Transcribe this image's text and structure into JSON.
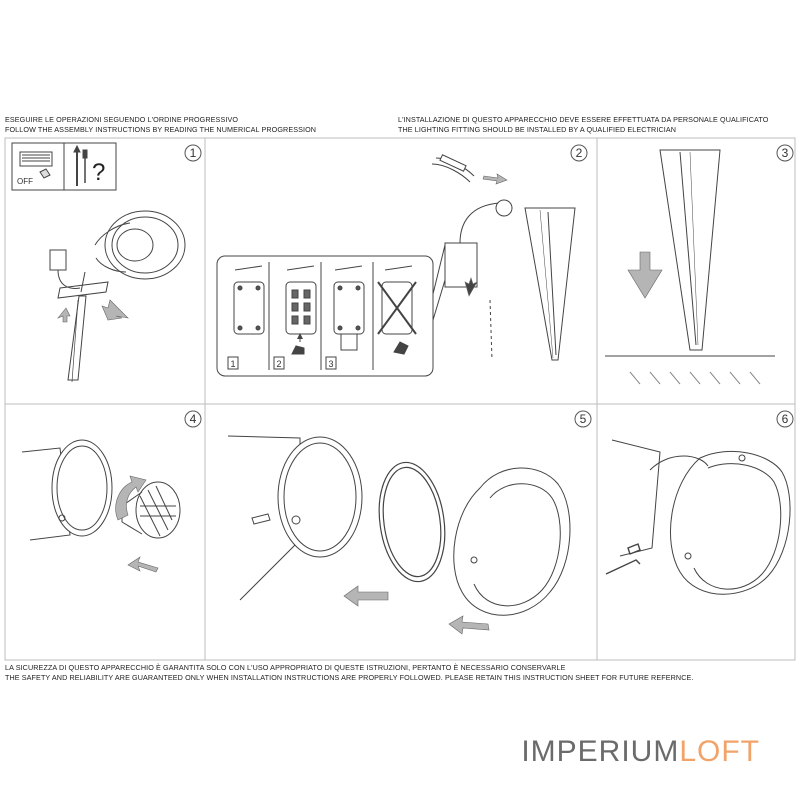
{
  "header": {
    "left_line1": "ESEGUIRE LE OPERAZIONI SEGUENDO L'ORDINE PROGRESSIVO",
    "left_line2": "FOLLOW THE ASSEMBLY INSTRUCTIONS BY READING THE NUMERICAL PROGRESSION",
    "right_line1": "L'INSTALLAZIONE DI QUESTO APPARECCHIO DEVE ESSERE EFFETTUATA DA PERSONALE QUALIFICATO",
    "right_line2": "THE LIGHTING FITTING SHOULD BE INSTALLED BY A QUALIFIED ELECTRICIAN"
  },
  "steps": [
    "1",
    "2",
    "3",
    "4",
    "5",
    "6"
  ],
  "step1": {
    "switch_label": "OFF",
    "question_mark": "?"
  },
  "step2_inset": [
    "1",
    "2",
    "3"
  ],
  "footer": {
    "line1": "LA SICUREZZA DI QUESTO APPARECCHIO È GARANTITA SOLO CON L'USO APPROPRIATO DI QUESTE ISTRUZIONI, PERTANTO È NECESSARIO CONSERVARLE",
    "line2": "THE SAFETY AND RELIABILITY ARE GUARANTEED ONLY WHEN INSTALLATION INSTRUCTIONS ARE PROPERLY FOLLOWED. PLEASE RETAIN THIS INSTRUCTION SHEET FOR FUTURE REFERNCE."
  },
  "brand": {
    "part1": "IMPERIUM",
    "part2": "LOFT",
    "color1": "#6b6b6b",
    "color2": "#f1a36a"
  },
  "colors": {
    "lines": "#444444",
    "arrow": "#b5b5b5",
    "frame": "#bdbdbd"
  }
}
